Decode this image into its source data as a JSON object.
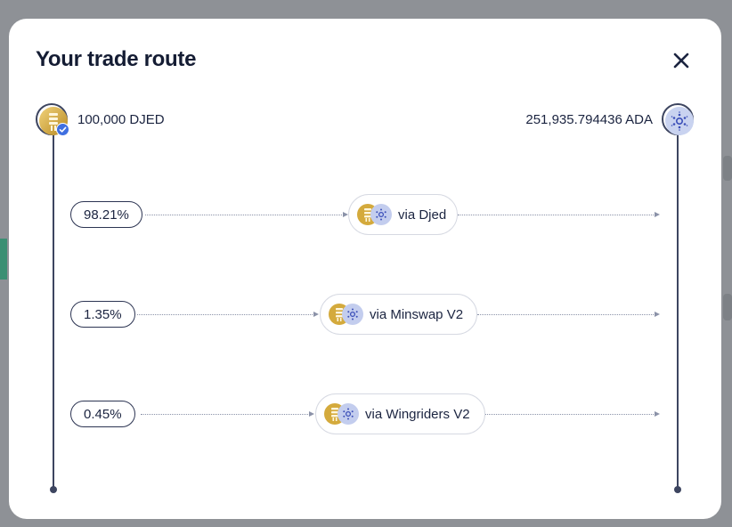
{
  "modal": {
    "title": "Your trade route",
    "close_icon": "close-icon"
  },
  "from": {
    "amount": "100,000 DJED",
    "icon": "djed-token-icon",
    "verified_icon": "verified-check-icon"
  },
  "to": {
    "amount": "251,935.794436 ADA",
    "icon": "ada-token-icon"
  },
  "routes": [
    {
      "percent": "98.21%",
      "label": "via Djed"
    },
    {
      "percent": "1.35%",
      "label": "via Minswap V2"
    },
    {
      "percent": "0.45%",
      "label": "via Wingriders V2"
    }
  ],
  "colors": {
    "line": "#3d4560",
    "verified": "#3f6fe0",
    "djed_gold": "#c9a23a",
    "ada_blue": "#3b4fb8"
  }
}
